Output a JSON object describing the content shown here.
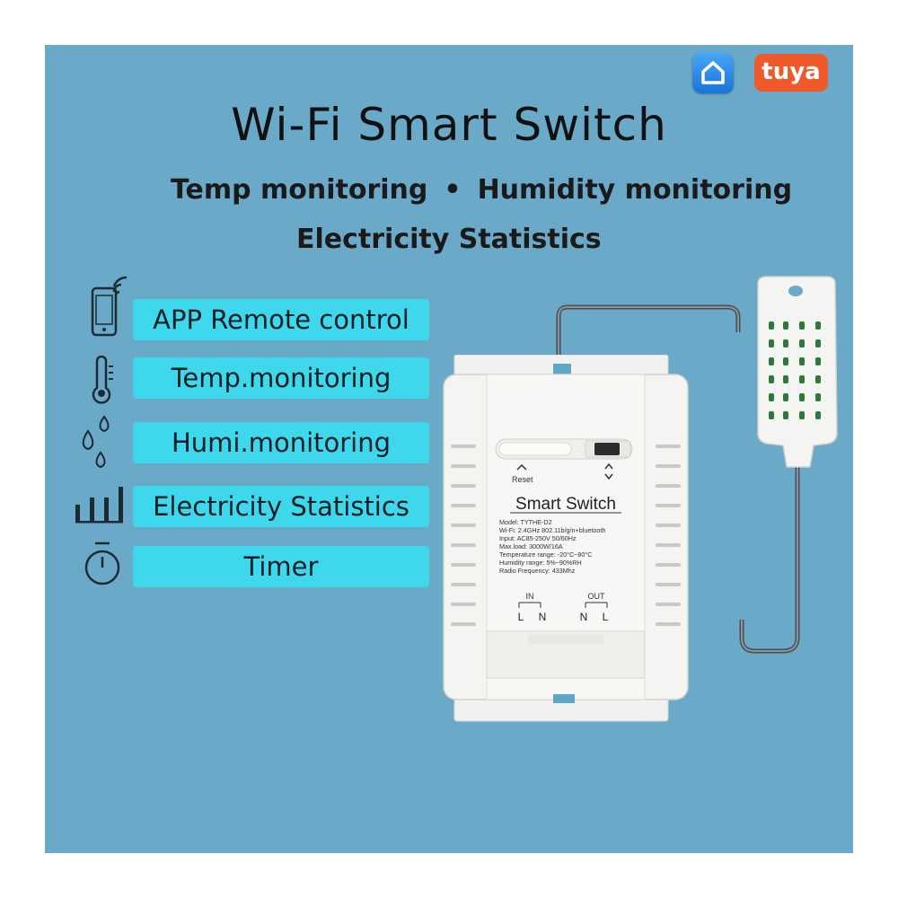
{
  "header": {
    "title": "Wi-Fi Smart Switch",
    "subtitle_left": "Temp monitoring",
    "subtitle_sep": "•",
    "subtitle_right": "Humidity monitoring",
    "subtitle_line2": "Electricity Statistics",
    "brand_logo_text": "tuya"
  },
  "features": [
    {
      "label": "APP Remote control",
      "icon": "phone-wifi-icon"
    },
    {
      "label": "Temp.monitoring",
      "icon": "thermometer-icon"
    },
    {
      "label": "Humi.monitoring",
      "icon": "water-drops-icon"
    },
    {
      "label": "Electricity Statistics",
      "icon": "bar-chart-icon"
    },
    {
      "label": "Timer",
      "icon": "stopwatch-icon"
    }
  ],
  "device": {
    "name": "Smart Switch",
    "reset_label": "Reset",
    "specs": [
      "Model: TYTHE-D2",
      "Wi-Fi: 2.4GHz 802.11b/g/n+bluetooth",
      "Input: AC85-250V 50/60Hz",
      "Max.load: 3000W/16A",
      "Temperature range: -20°C~80°C",
      "Humidity range: 5%~90%RH",
      "Radio Frequency: 433Mhz"
    ],
    "in_label": "IN",
    "out_label": "OUT",
    "in_terminals": [
      "L",
      "N"
    ],
    "out_terminals": [
      "N",
      "L"
    ]
  },
  "colors": {
    "background": "#6aa9c8",
    "feature_bar": "#3fd7ec",
    "tuya_orange": "#ef5a2a",
    "device_body": "#f4f4f2"
  }
}
